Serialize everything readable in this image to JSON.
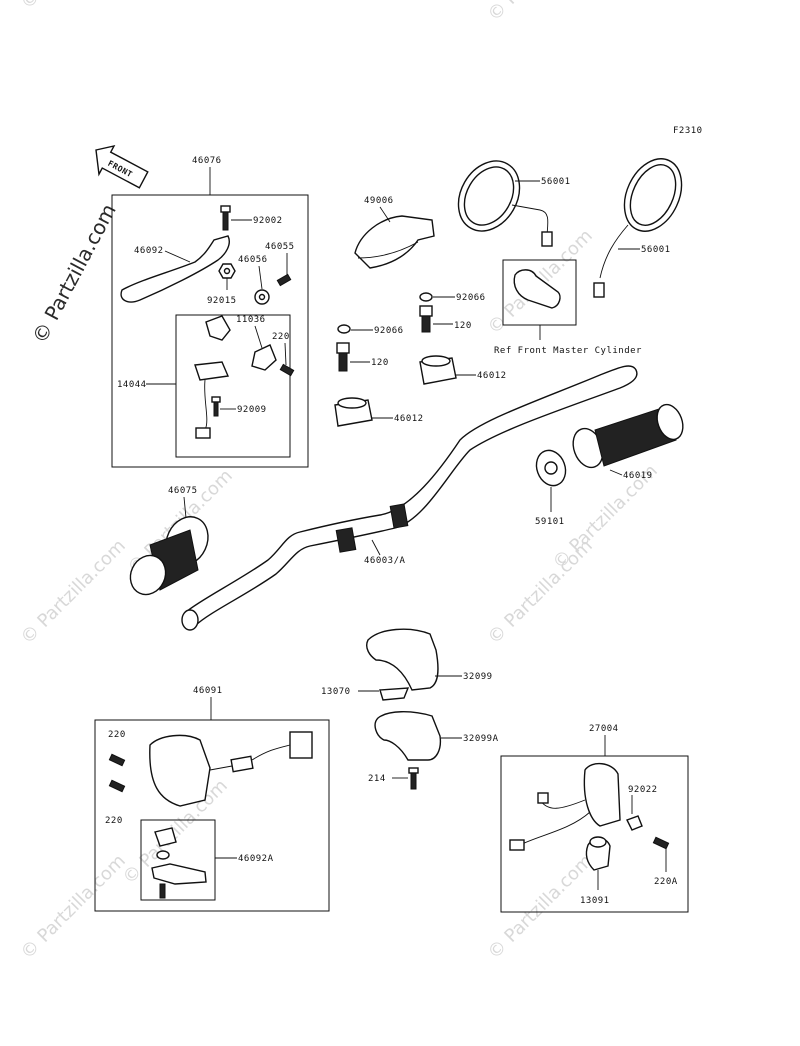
{
  "figure_code": "F2310",
  "front_arrow_text": "FRONT",
  "watermark_vertical": "© Partzilla.com",
  "watermarks": [
    "© Partzilla.com"
  ],
  "reference_note": "Ref Front Master Cylinder",
  "callouts": {
    "p46076": "46076",
    "p92002": "92002",
    "p46092": "46092",
    "p46055": "46055",
    "p46056": "46056",
    "p92015": "92015",
    "p11036": "11036",
    "p220a": "220",
    "p14044": "14044",
    "p92009": "92009",
    "p49006": "49006",
    "p56001a": "56001",
    "p56001b": "56001",
    "p92066a": "92066",
    "p92066b": "92066",
    "p120a": "120",
    "p120b": "120",
    "p46012a": "46012",
    "p46012b": "46012",
    "p46019": "46019",
    "p59101": "59101",
    "p46075": "46075",
    "p46003": "46003/A",
    "p32099": "32099",
    "p13070": "13070",
    "p32099a": "32099A",
    "p214": "214",
    "p46091": "46091",
    "p220b": "220",
    "p220c": "220",
    "p46092a": "46092A",
    "p27004": "27004",
    "p92022": "92022",
    "p220d": "220A",
    "p13091": "13091"
  }
}
